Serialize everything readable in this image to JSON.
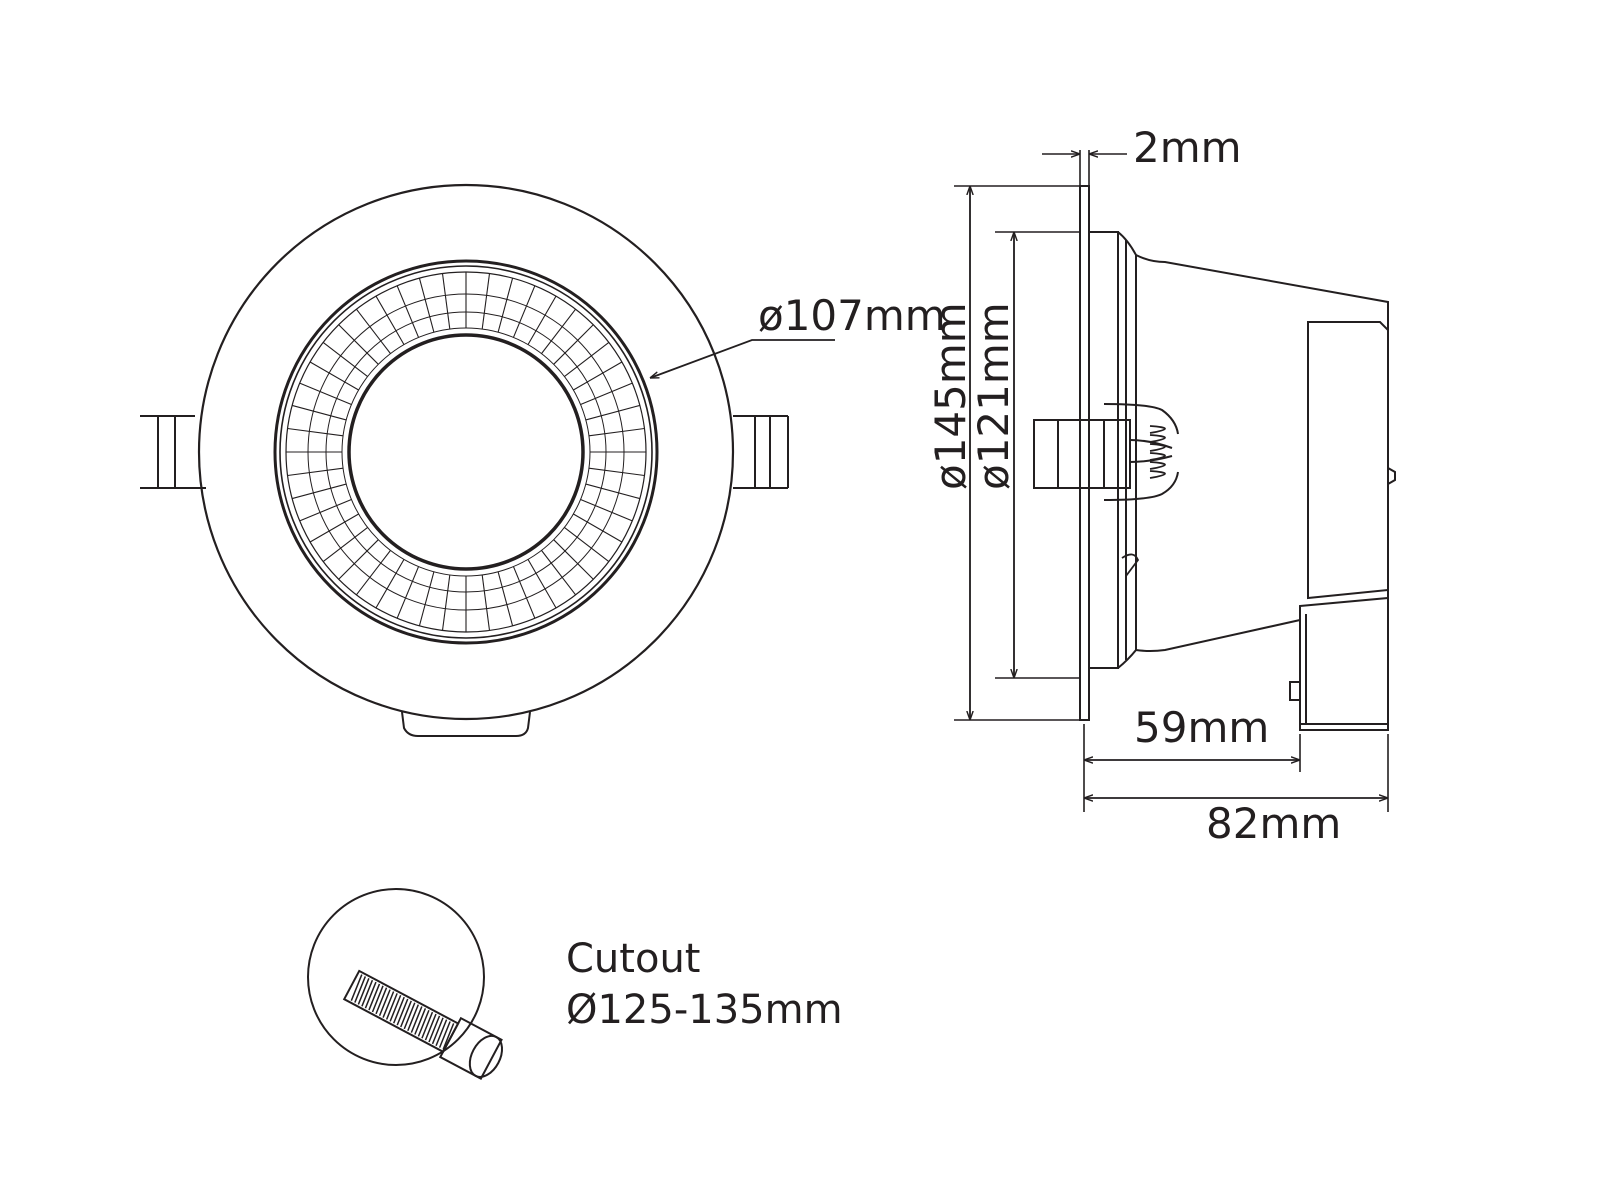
{
  "colors": {
    "line": "#231f20",
    "background": "#ffffff"
  },
  "front_view": {
    "led_diameter_label": "ø107mm",
    "reflector_segments": 48
  },
  "side_view": {
    "bezel_thickness_label": "2mm",
    "outer_diameter_label": "ø145mm",
    "inner_diameter_label": "ø121mm",
    "recess_depth_label": "59mm",
    "total_depth_label": "82mm"
  },
  "cutout": {
    "label": "Cutout",
    "value": "Ø125-135mm"
  }
}
